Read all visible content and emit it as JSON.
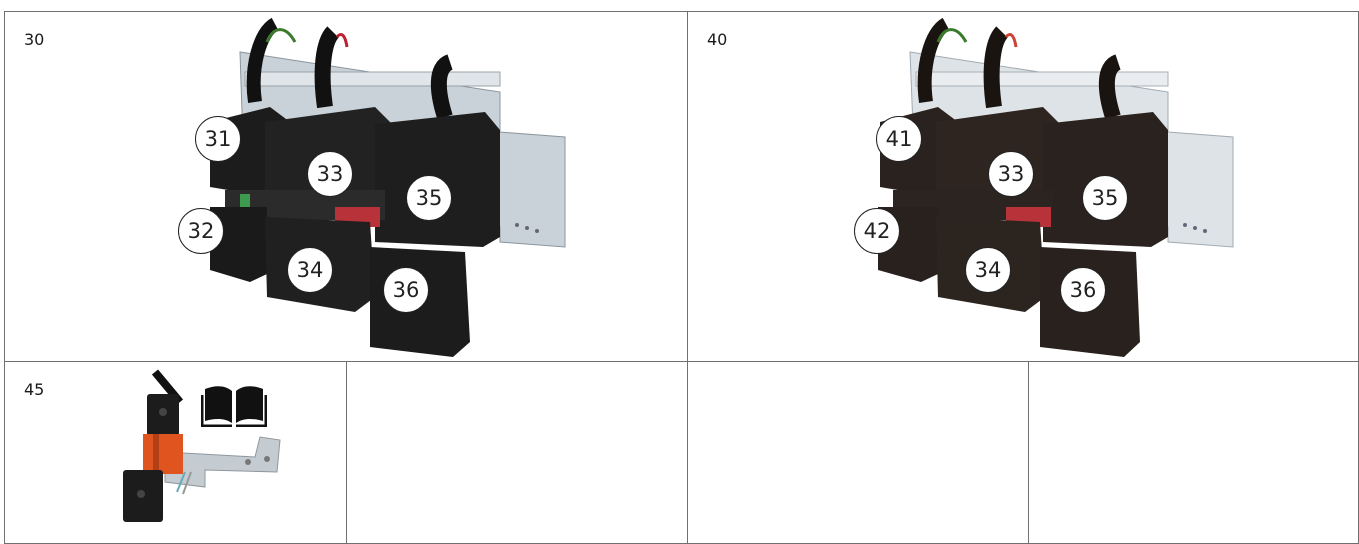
{
  "cells": [
    {
      "label": "30",
      "callouts": [
        "31",
        "32",
        "33",
        "34",
        "35",
        "36"
      ]
    },
    {
      "label": "40",
      "callouts": [
        "41",
        "42",
        "33",
        "34",
        "35",
        "36"
      ]
    },
    {
      "label": "45"
    },
    {
      "label": ""
    },
    {
      "label": ""
    },
    {
      "label": ""
    }
  ],
  "icons": {
    "manual": "open-book-icon"
  },
  "colors": {
    "border": "#6f6f6f",
    "housing_dark": "#1c1c1c",
    "housing_brown": "#2a221e",
    "bracket": "#c9d2d8",
    "connector_orange": "#e0541f"
  }
}
